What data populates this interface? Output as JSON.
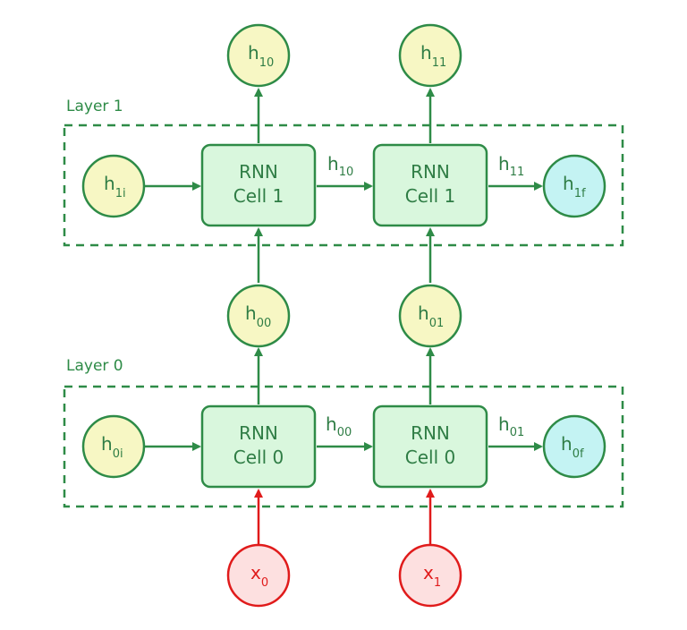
{
  "layers": [
    {
      "label": "Layer 1"
    },
    {
      "label": "Layer 0"
    }
  ],
  "cells": [
    {
      "line1": "RNN",
      "line2": "Cell 1"
    },
    {
      "line1": "RNN",
      "line2": "Cell 1"
    },
    {
      "line1": "RNN",
      "line2": "Cell 0"
    },
    {
      "line1": "RNN",
      "line2": "Cell 0"
    }
  ],
  "nodes": {
    "h10_out": {
      "main": "h",
      "sub": "10"
    },
    "h11_out": {
      "main": "h",
      "sub": "11"
    },
    "h1i": {
      "main": "h",
      "sub": "1i"
    },
    "h1f": {
      "main": "h",
      "sub": "1f"
    },
    "h00_mid": {
      "main": "h",
      "sub": "00"
    },
    "h01_mid": {
      "main": "h",
      "sub": "01"
    },
    "h0i": {
      "main": "h",
      "sub": "0i"
    },
    "h0f": {
      "main": "h",
      "sub": "0f"
    },
    "x0": {
      "main": "x",
      "sub": "0"
    },
    "x1": {
      "main": "x",
      "sub": "1"
    }
  },
  "edge_labels": {
    "l1_a": {
      "main": "h",
      "sub": "10"
    },
    "l1_b": {
      "main": "h",
      "sub": "11"
    },
    "l0_a": {
      "main": "h",
      "sub": "00"
    },
    "l0_b": {
      "main": "h",
      "sub": "01"
    }
  },
  "colors": {
    "green_stroke": "#2e8b47",
    "cell_fill": "#d9f7dd",
    "hidden_fill": "#f7f7c4",
    "final_fill": "#c4f3f3",
    "input_stroke": "#e01b1b",
    "input_fill": "#fde0e0"
  }
}
